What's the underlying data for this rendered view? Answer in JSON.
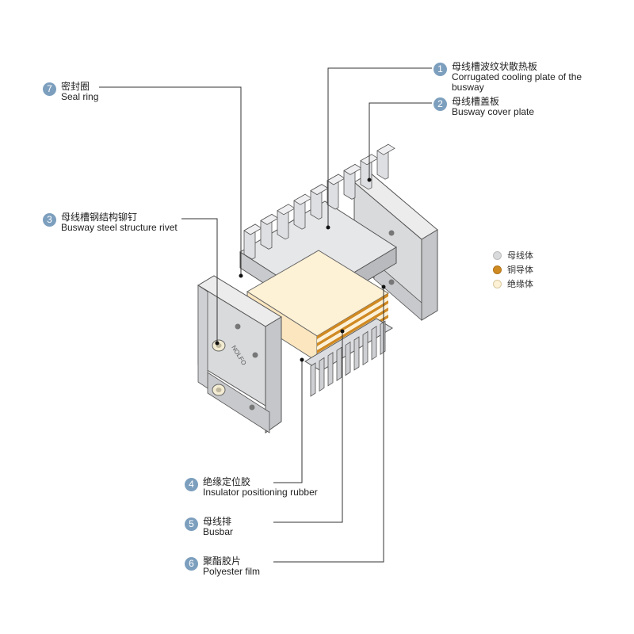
{
  "colors": {
    "badge": "#7d9fbe",
    "steel": "#d9dadc",
    "steel_dark": "#b8babd",
    "copper": "#d08a22",
    "insulator": "#fdf1d6",
    "line": "#333333"
  },
  "brand_mark": "NOLFO",
  "callouts": [
    {
      "number": "1",
      "cn": "母线槽波纹状散热板",
      "en": "Corrugated cooling plate of the busway"
    },
    {
      "number": "2",
      "cn": "母线槽盖板",
      "en": "Busway cover plate"
    },
    {
      "number": "3",
      "cn": "母线槽钢结构铆钉",
      "en": "Busway steel structure rivet"
    },
    {
      "number": "4",
      "cn": "绝缘定位胶",
      "en": "Insulator positioning rubber"
    },
    {
      "number": "5",
      "cn": "母线排",
      "en": "Busbar"
    },
    {
      "number": "6",
      "cn": "聚酯胶片",
      "en": "Polyester film"
    },
    {
      "number": "7",
      "cn": "密封圈",
      "en": "Seal ring"
    }
  ],
  "legend": [
    {
      "label": "母线体",
      "color": "#d9dadc"
    },
    {
      "label": "铜导体",
      "color": "#d08a22"
    },
    {
      "label": "绝缘体",
      "color": "#fdf1d6"
    }
  ]
}
